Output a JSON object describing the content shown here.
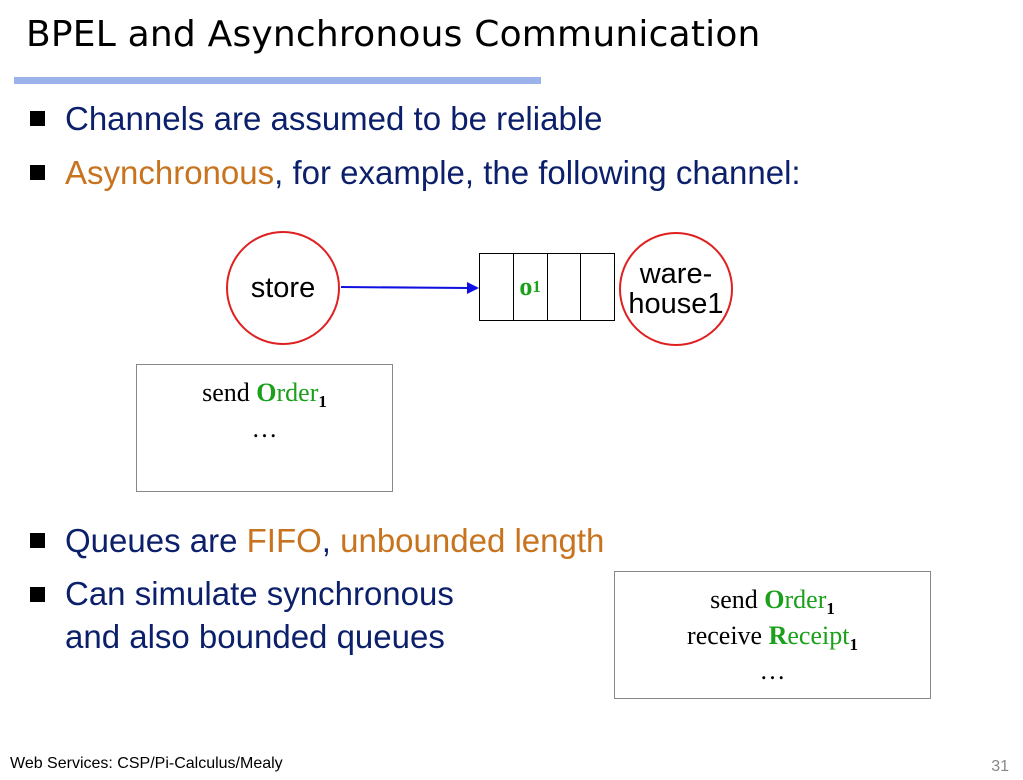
{
  "slide": {
    "title": "BPEL and Asynchronous Communication",
    "bullets": {
      "b1": "Channels are assumed to be reliable",
      "b2_highlight": "Asynchronous",
      "b2_rest": ", for example, the following channel:",
      "b3_prefix": "Queues are ",
      "b3_fifo": "FIFO",
      "b3_sep": ", ",
      "b3_unbounded": "unbounded length",
      "b4_line1": "Can simulate synchronous",
      "b4_line2": "and also bounded queues"
    },
    "diagram": {
      "sender": "store",
      "receiver_line1": "ware-",
      "receiver_line2": "house1",
      "queue_item": "o",
      "queue_item_sub": "1"
    },
    "box1": {
      "line1_verb": "send ",
      "line1_initial": "O",
      "line1_rest": "rder",
      "line1_sub": "1",
      "line2": "…"
    },
    "box2": {
      "line1_verb": "send ",
      "line1_initial": "O",
      "line1_rest": "rder",
      "line1_sub": "1",
      "line2_verb": "receive ",
      "line2_initial": "R",
      "line2_rest": "eceipt",
      "line2_sub": "1",
      "line3": "…"
    },
    "footer": "Web Services: CSP/Pi-Calculus/Mealy",
    "page_number": "31"
  },
  "colors": {
    "accent_rule": "#9bb3ea",
    "bullet_text": "#0b1f6b",
    "highlight": "#c8731e",
    "node_border": "#e02020",
    "message_green": "#1aa01a",
    "arrow": "#1010e0"
  }
}
